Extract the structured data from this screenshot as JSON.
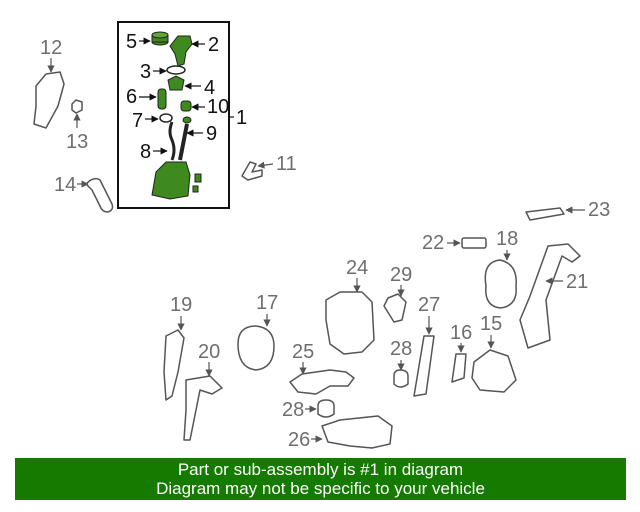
{
  "callouts": {
    "c1": "1",
    "c2": "2",
    "c3": "3",
    "c4": "4",
    "c5": "5",
    "c6": "6",
    "c7": "7",
    "c8": "8",
    "c9": "9",
    "c10": "10",
    "c11": "11",
    "c12": "12",
    "c13": "13",
    "c14": "14",
    "c15": "15",
    "c16": "16",
    "c17": "17",
    "c18": "18",
    "c19": "19",
    "c20": "20",
    "c21": "21",
    "c22": "22",
    "c23": "23",
    "c24": "24",
    "c25": "25",
    "c26": "26",
    "c27": "27",
    "c28a": "28",
    "c28b": "28",
    "c29": "29"
  },
  "colors": {
    "highlight": "#3f8a1e",
    "footer_bg": "#147a00",
    "part_stroke": "#555555",
    "label_grey": "#6e6e6e"
  },
  "footer": {
    "line1": "Part or sub-assembly is #1 in diagram",
    "line2": "Diagram may not be specific to your vehicle"
  }
}
